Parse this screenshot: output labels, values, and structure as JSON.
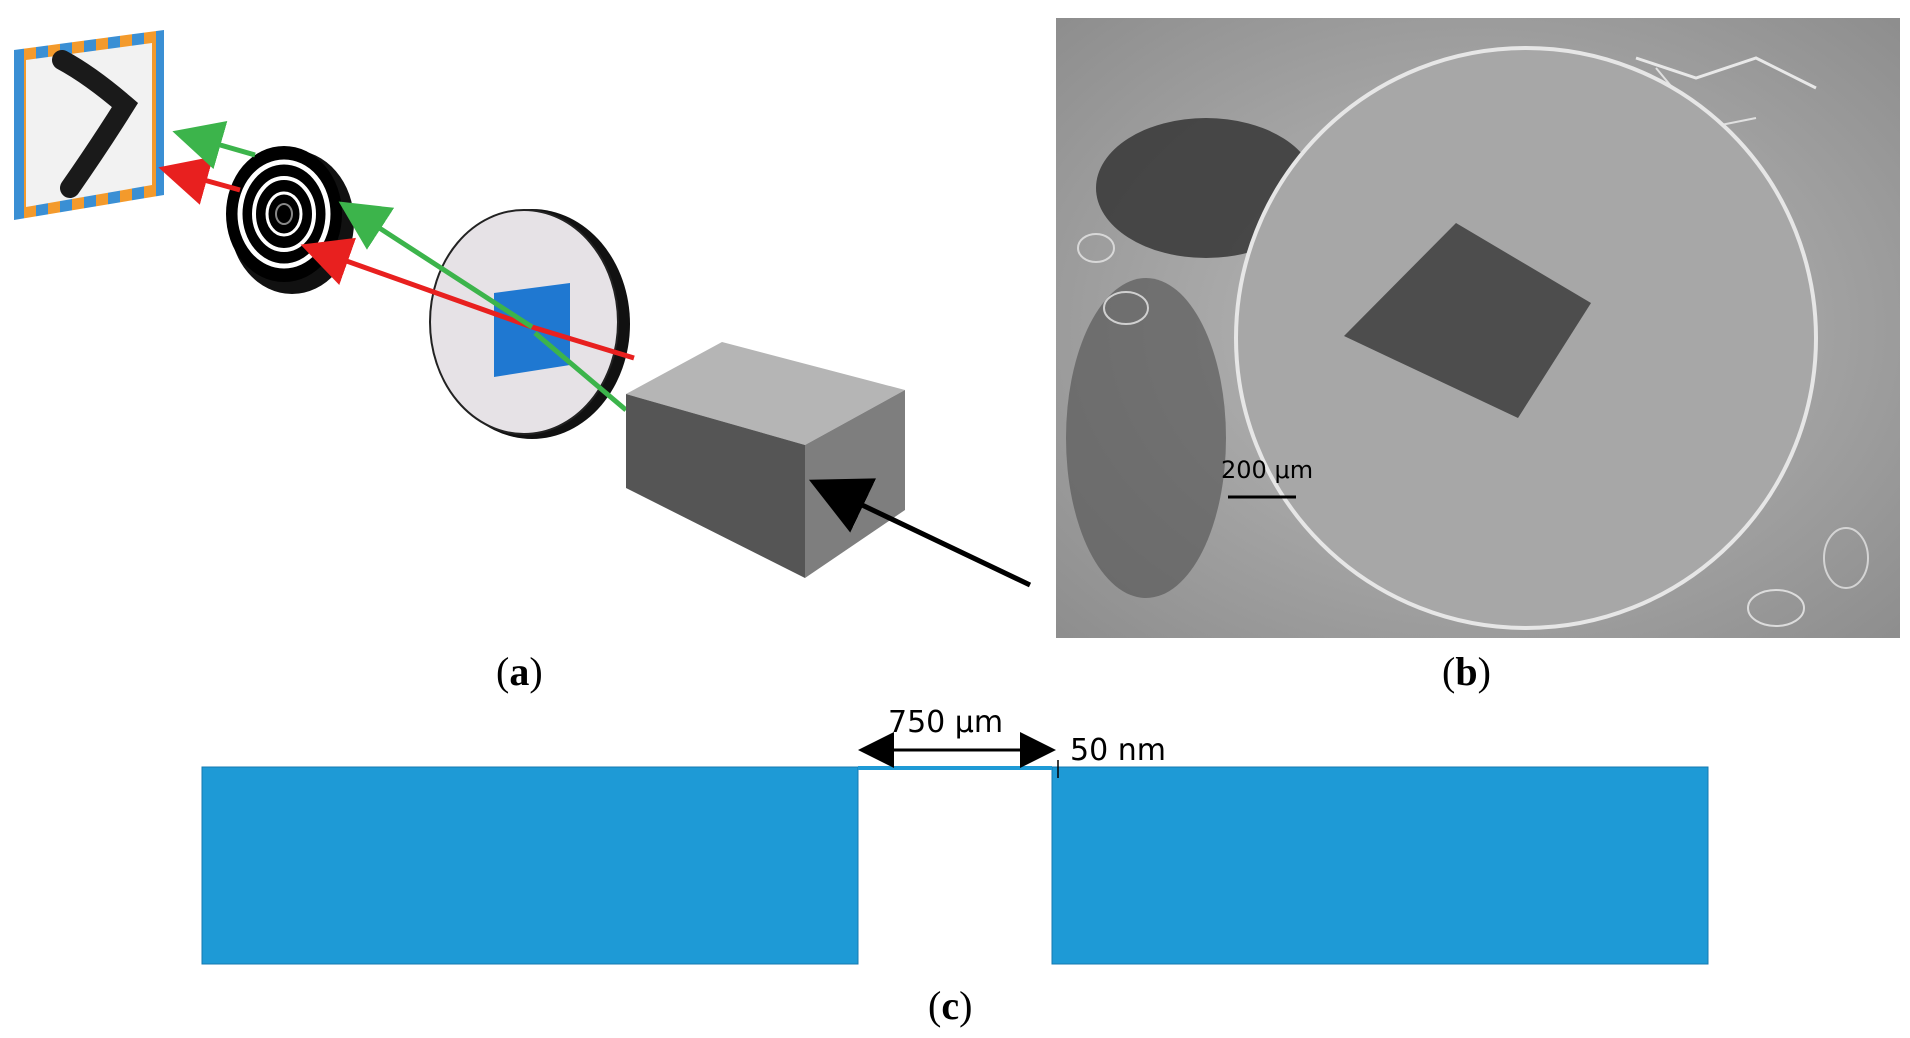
{
  "panels": {
    "a": {
      "caption_open": "(",
      "caption_letter": "a",
      "caption_close": ")"
    },
    "b": {
      "caption_open": "(",
      "caption_letter": "b",
      "caption_close": ")",
      "scale_bar_label": "200 μm"
    },
    "c": {
      "caption_open": "(",
      "caption_letter": "c",
      "caption_close": ")",
      "gap_label": "750 μm",
      "thickness_label": "50 nm"
    }
  },
  "colors": {
    "membrane_blue": "#1e9ad6",
    "sample_blue": "#1f78d1",
    "green_beam": "#3cb44b",
    "red_beam": "#e8201f",
    "detector_orange": "#f39a2c",
    "detector_blue": "#3a8fd4"
  }
}
